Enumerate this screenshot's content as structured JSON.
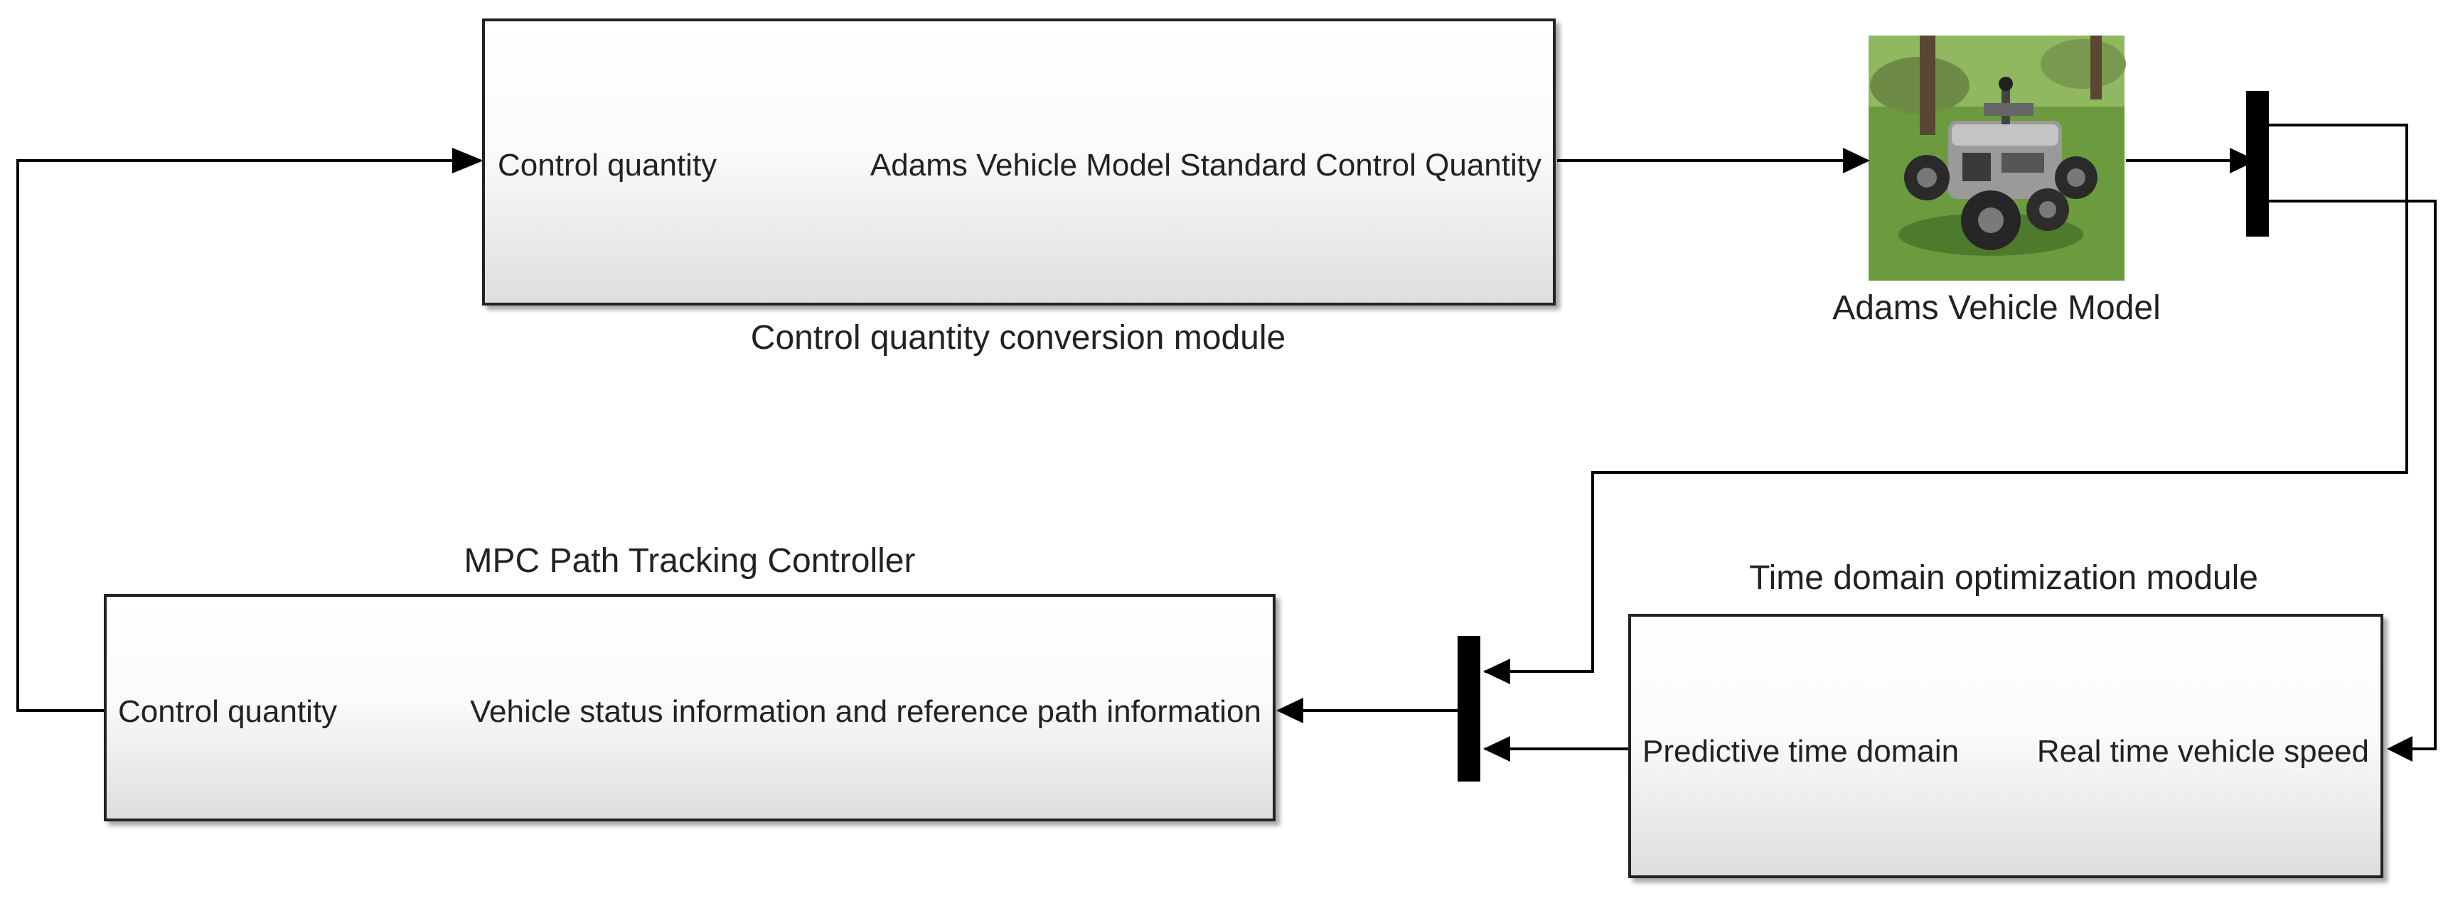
{
  "blocks": {
    "conversion": {
      "caption": "Control quantity conversion module",
      "input_port": "Control quantity",
      "output_port": "Adams Vehicle Model Standard Control Quantity"
    },
    "adams": {
      "caption": "Adams Vehicle Model"
    },
    "mpc": {
      "caption": "MPC Path Tracking Controller",
      "output_port": "Control quantity",
      "input_port": "Vehicle status information and reference path information"
    },
    "time_domain": {
      "caption": "Time domain optimization module",
      "output_port": "Predictive time domain",
      "input_port": "Real time vehicle speed"
    }
  },
  "colors": {
    "line": "#000000",
    "block_border": "#222222",
    "text": "#222222"
  }
}
